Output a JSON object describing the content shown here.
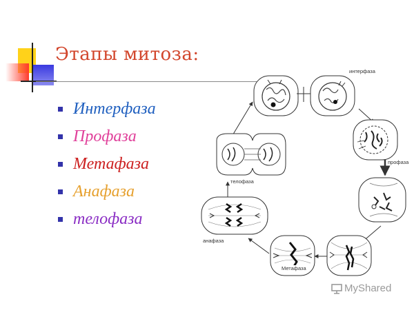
{
  "title": "Этапы митоза:",
  "phases": [
    {
      "label": "Интерфаза",
      "color": "#1f5fbf"
    },
    {
      "label": "Профаза",
      "color": "#e0409a"
    },
    {
      "label": "Метафаза",
      "color": "#cc1f1f"
    },
    {
      "label": "Анафаза",
      "color": "#e6a02e"
    },
    {
      "label": "телофаза",
      "color": "#8a2dc4"
    }
  ],
  "diagram_labels": {
    "interphase": "интерфаза",
    "prophase": "профаза",
    "metaphase": "Метафаза",
    "anaphase": "анафаза",
    "telophase": "телофаза"
  },
  "watermark": "MyShared",
  "colors": {
    "title": "#d2462c",
    "bullet": "#3333aa",
    "deco_yellow": "#ffd21a",
    "deco_red": "#ff3a2a",
    "deco_blue": "#3a3ae0"
  },
  "icons": {
    "watermark": "presentation-icon"
  }
}
